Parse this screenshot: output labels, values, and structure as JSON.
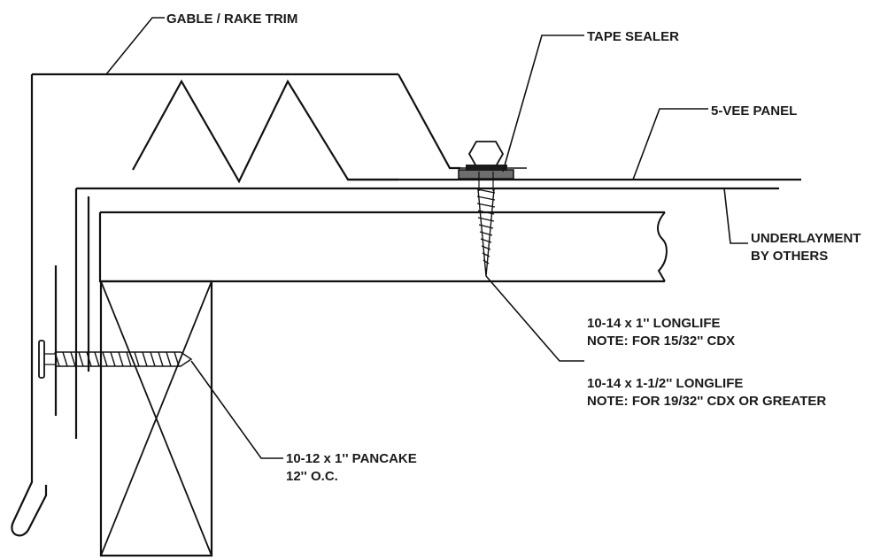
{
  "labels": {
    "gable_rake_trim": "GABLE / RAKE TRIM",
    "tape_sealer": "TAPE SEALER",
    "panel": "5-VEE PANEL",
    "underlayment_line1": "UNDERLAYMENT",
    "underlayment_line2": "BY OTHERS",
    "longlife_short_line1": "10-14 x 1'' LONGLIFE",
    "longlife_short_line2": "NOTE: FOR 15/32'' CDX",
    "longlife_long_line1": "10-14 x 1-1/2'' LONGLIFE",
    "longlife_long_line2": "NOTE: FOR 19/32'' CDX OR GREATER",
    "pancake_line1": "10-12 x 1'' PANCAKE",
    "pancake_line2": "12'' O.C."
  }
}
